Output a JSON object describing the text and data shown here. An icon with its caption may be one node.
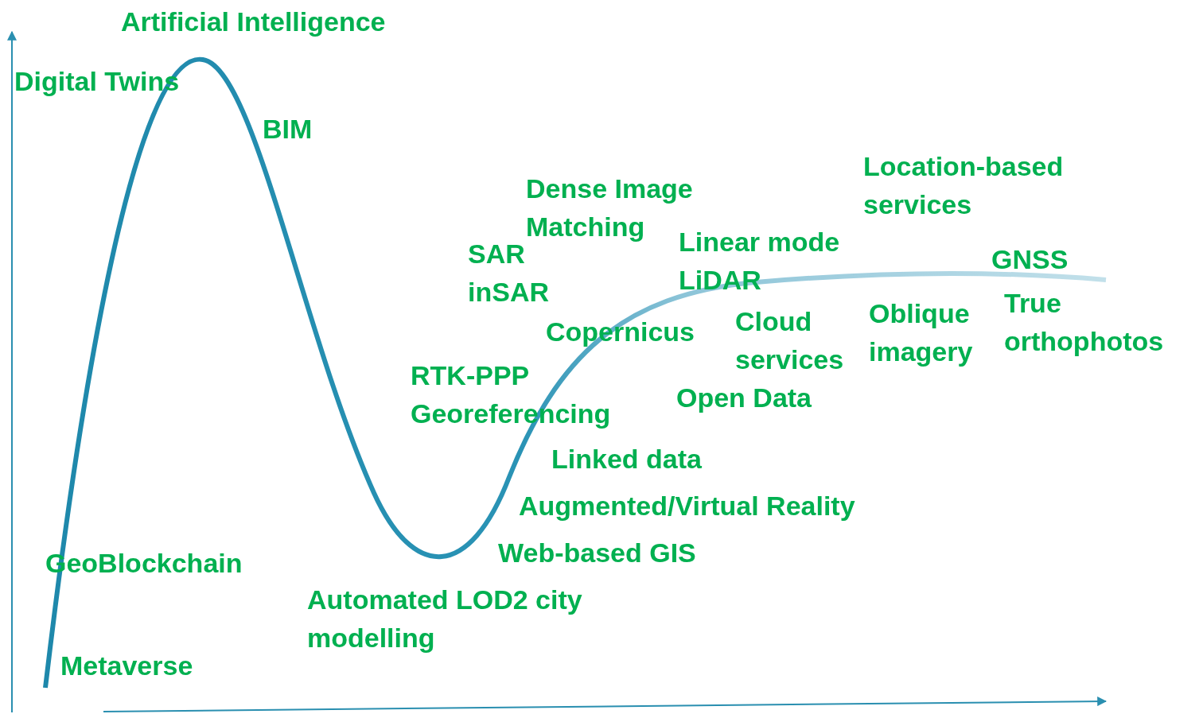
{
  "diagram": {
    "labels": [
      "Artificial Intelligence",
      "Digital Twins",
      "BIM",
      "Location-based services",
      "Dense Image Matching",
      "Linear mode LiDAR",
      "GNSS",
      "SAR inSAR",
      "True orthophotos",
      "Oblique imagery",
      "Cloud services",
      "Copernicus",
      "RTK-PPP Georeferencing",
      "Open Data",
      "Linked data",
      "Augmented/Virtual Reality",
      "Web-based GIS",
      "GeoBlockchain",
      "Automated LOD2 city modelling",
      "Metaverse"
    ]
  }
}
